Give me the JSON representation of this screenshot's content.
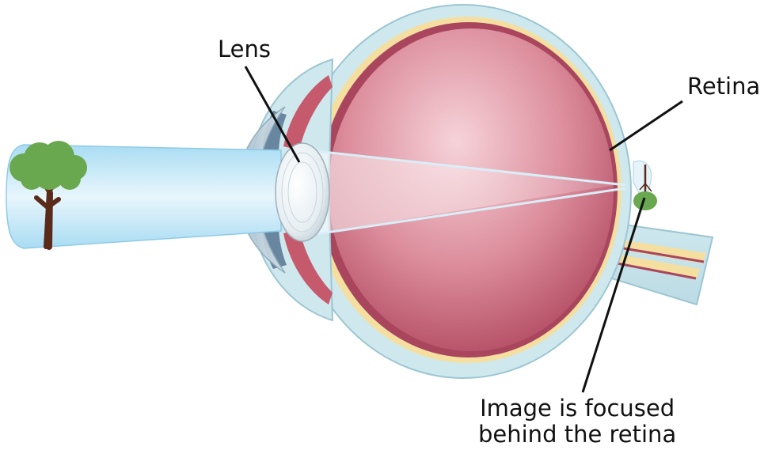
{
  "labels": {
    "lens": "Lens",
    "retina": "Retina",
    "image_line1": "Image is focused",
    "image_line2": "behind the retina"
  },
  "colors": {
    "sclera_outer": "#cfe8ee",
    "choroid": "#a9465e",
    "retina_band": "#f4dfa1",
    "vitreous_center": "#f3c4cd",
    "vitreous_edge": "#b24a62",
    "light_beam": "#bfe6f7",
    "tree_foliage": "#6aa84f",
    "tree_trunk": "#5b2b1a",
    "label_line": "#111111"
  }
}
